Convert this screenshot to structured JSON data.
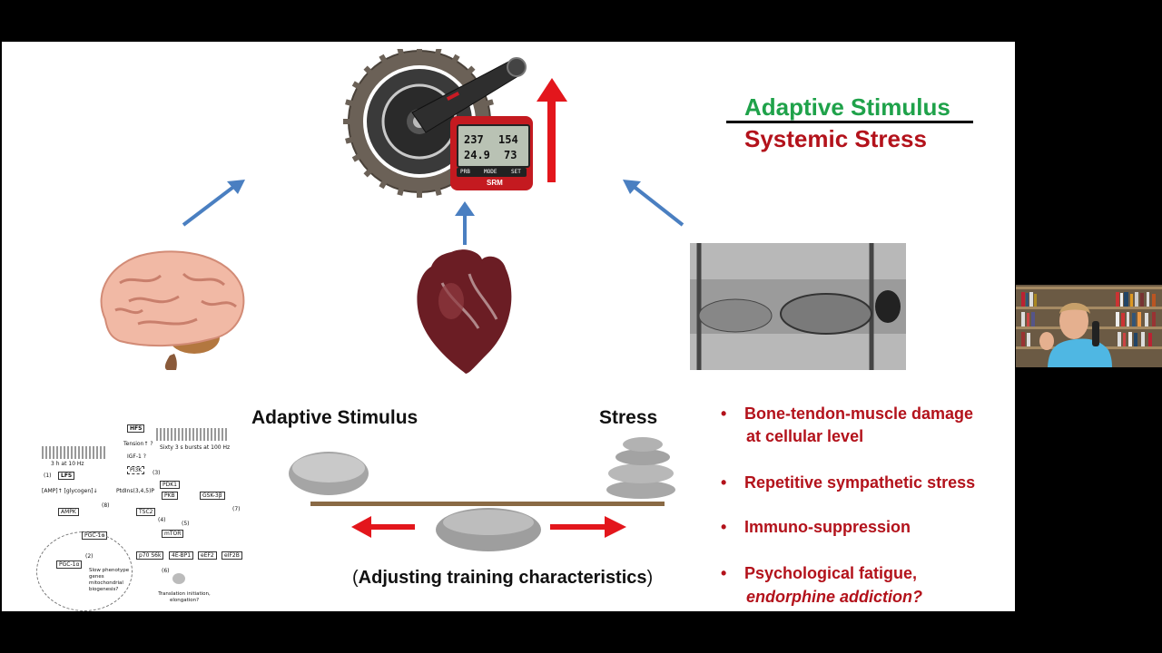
{
  "slide": {
    "title_top": "Adaptive Stimulus",
    "title_bottom": "Systemic Stress",
    "balance_left_label": "Adaptive Stimulus",
    "balance_right_label": "Stress",
    "balance_caption_open": "(",
    "balance_caption_text": "Adjusting training characteristics",
    "balance_caption_close": ")",
    "bullets": [
      {
        "line1": "Bone-tendon-muscle damage",
        "line2": "at cellular level"
      },
      {
        "line1": "Repetitive sympathetic stress"
      },
      {
        "line1": "Immuno-suppression"
      },
      {
        "line1": "Psychological fatigue,",
        "line2": "endorphine addiction?"
      }
    ],
    "power_meter": {
      "brand": "SRM",
      "values": [
        "237",
        "154",
        "24.9",
        "73"
      ],
      "buttons": [
        "PRB",
        "MODE",
        "SET"
      ]
    },
    "pathway": {
      "labels": [
        "3 h at 10 Hz",
        "Sixty 3 s bursts at 100 Hz",
        "LFS",
        "HFS",
        "Tension↑ ?",
        "IGF-1 ?",
        "PI3K",
        "PDK1",
        "PKB",
        "GSK-3β",
        "AMPK",
        "TSC2",
        "mTOR",
        "p70 S6k",
        "4E-BP1",
        "eEF2",
        "eIF2B",
        "PGC-1α",
        "[AMP]↑  [glycogen]↓",
        "PtdIns(3,4,5)P",
        "Slow phenotype genes mitochondrial biogenesis?",
        "Translation initiation, elongation?"
      ],
      "step_numbers": [
        "(1)",
        "(2)",
        "(3)",
        "(4)",
        "(5)",
        "(6)",
        "(7)",
        "(8)"
      ]
    }
  },
  "colors": {
    "green": "#1fa24a",
    "red": "#b3121b",
    "arrow_blue": "#4a7fc1",
    "arrow_red": "#e3161c",
    "plank": "#8a6a45"
  }
}
